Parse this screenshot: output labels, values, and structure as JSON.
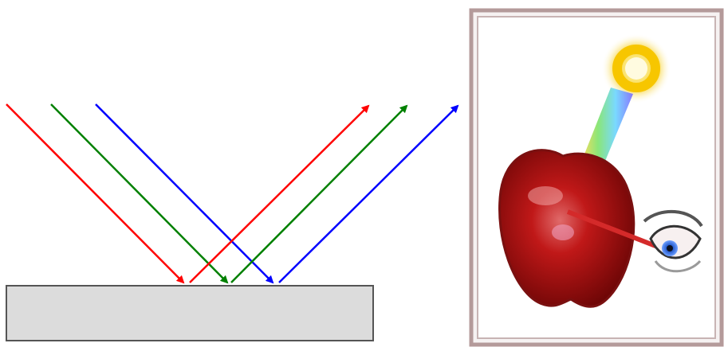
{
  "colors": {
    "background": "#ffffff",
    "ray_red": "#ff0000",
    "ray_green": "#008000",
    "ray_blue": "#0000ff",
    "surface_fill": "#dcdcdc",
    "surface_stroke": "#555555",
    "frame": "#b49a9a",
    "sun": "#f7c600",
    "apple": "#b01010",
    "reflected_ray": "#d42a2a",
    "eye_iris": "#2a5fd0"
  },
  "diagram": {
    "rays": [
      {
        "color": "red"
      },
      {
        "color": "green"
      },
      {
        "color": "blue"
      }
    ]
  },
  "illustration": {
    "icons": [
      "sun-icon",
      "light-beam-icon",
      "apple-icon",
      "eye-icon"
    ]
  }
}
